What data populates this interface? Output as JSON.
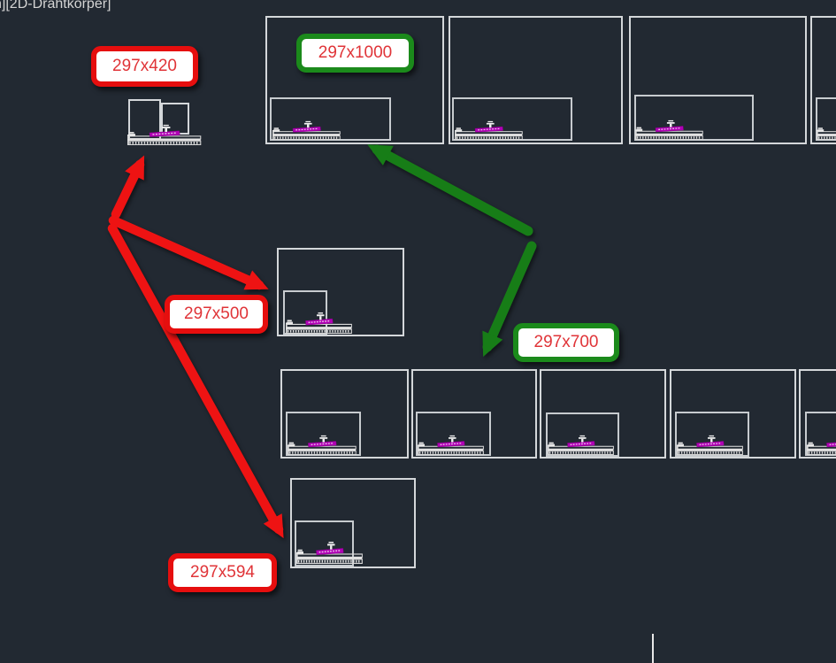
{
  "window": {
    "viewport_control_text": "n][2D-Drahtkörper]"
  },
  "labels": [
    {
      "id": "297x420",
      "text": "297x420",
      "style": "red"
    },
    {
      "id": "297x1000",
      "text": "297x1000",
      "style": "green"
    },
    {
      "id": "297x500",
      "text": "297x500",
      "style": "red"
    },
    {
      "id": "297x700",
      "text": "297x700",
      "style": "green"
    },
    {
      "id": "297x594",
      "text": "297x594",
      "style": "red"
    }
  ],
  "colors": {
    "background": "#222932",
    "frame_stroke": "#D4D7DA",
    "part_magenta": "#B100B5",
    "arrow_red": "#EE1313",
    "arrow_green": "#177D17",
    "label_border_red": "#E60E0E",
    "label_border_green": "#1B8A1B",
    "label_text": "#E03438",
    "label_background": "#FFFFFF"
  }
}
